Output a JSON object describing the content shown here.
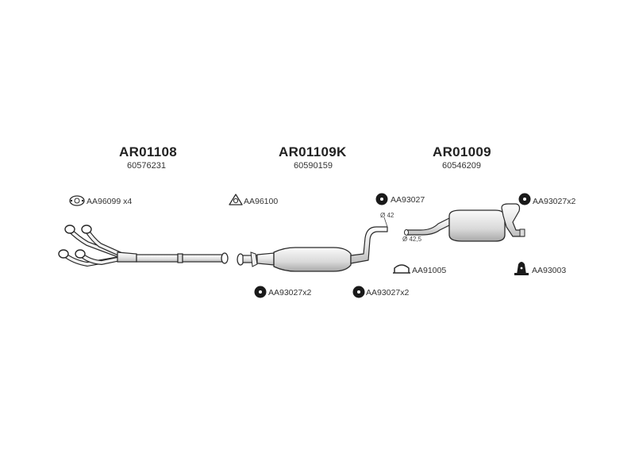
{
  "sections": [
    {
      "code": "AR01108",
      "number": "60576231"
    },
    {
      "code": "AR01109K",
      "number": "60590159"
    },
    {
      "code": "AR01009",
      "number": "60546209"
    }
  ],
  "accessories": {
    "a1": "AA96099 x4",
    "a2": "AA96100",
    "a3": "AA93027",
    "a4": "AA93027x2",
    "a5": "AA91005",
    "a6": "AA93003",
    "a7": "AA93027x2",
    "a8": "AA93027x2"
  },
  "dimensions": {
    "d1": "Ø 42",
    "d2": "Ø 42,5"
  },
  "colors": {
    "line": "#2a2a2a",
    "fill": "#f4f4f4",
    "shade": "#cfcfcf",
    "solid": "#1a1a1a"
  }
}
